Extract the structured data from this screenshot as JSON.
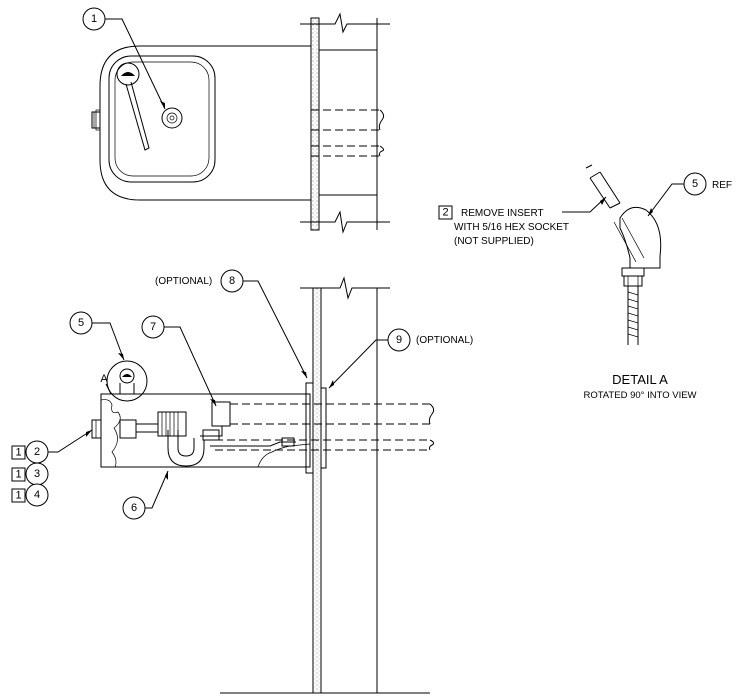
{
  "callouts": {
    "c1": "1",
    "c2": "2",
    "c3": "3",
    "c4": "4",
    "c5": "5",
    "c6": "6",
    "c7": "7",
    "c8": "8",
    "c9": "9",
    "c5_detail": "5"
  },
  "flags": {
    "f2": "1",
    "f3": "1",
    "f4": "1",
    "detail_note_flag": "2"
  },
  "labels": {
    "optional_8": "(OPTIONAL)",
    "optional_9": "(OPTIONAL)",
    "detail_marker": "A",
    "ref": "REF",
    "note_line1": "REMOVE INSERT",
    "note_line2": "WITH 5/16 HEX SOCKET",
    "note_line3": "(NOT SUPPLIED)",
    "detail_title": "DETAIL A",
    "detail_subtitle": "ROTATED 90° INTO VIEW"
  }
}
